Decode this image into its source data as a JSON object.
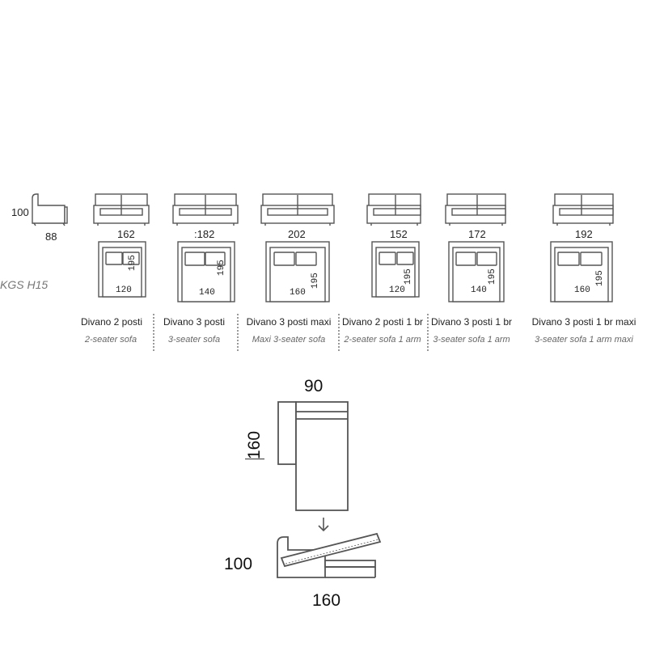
{
  "series_label": "KGS H15",
  "armchair": {
    "height": "100",
    "depth": "88"
  },
  "models": [
    {
      "name": "Divano 2 posti",
      "subtitle": "2-seater sofa",
      "width": "162",
      "mattress_width": "120",
      "mattress_length": "195"
    },
    {
      "name": "Divano 3 posti",
      "subtitle": "3-seater sofa",
      "width": ":182",
      "mattress_width": "140",
      "mattress_length": "195"
    },
    {
      "name": "Divano 3 posti maxi",
      "subtitle": "Maxi 3-seater sofa",
      "width": "202",
      "mattress_width": "160",
      "mattress_length": "195"
    },
    {
      "name": "Divano 2 posti 1 br",
      "subtitle": "2-seater sofa 1 arm",
      "width": "152",
      "mattress_width": "120",
      "mattress_length": "195"
    },
    {
      "name": "Divano 3 posti 1 br",
      "subtitle": "3-seater sofa 1 arm",
      "width": "172",
      "mattress_width": "140",
      "mattress_length": "195"
    },
    {
      "name": "Divano 3 posti 1 br maxi",
      "subtitle": "3-seater sofa 1 arm maxi",
      "width": "192",
      "mattress_width": "160",
      "mattress_length": "195"
    }
  ],
  "chaise": {
    "width": "90",
    "length": "160",
    "side_height": "100",
    "side_length": "160"
  },
  "colors": {
    "line": "#555555",
    "text": "#222222",
    "muted": "#777777",
    "separator": "#9a9a9a"
  },
  "icons": [
    "arrow-down-icon"
  ]
}
